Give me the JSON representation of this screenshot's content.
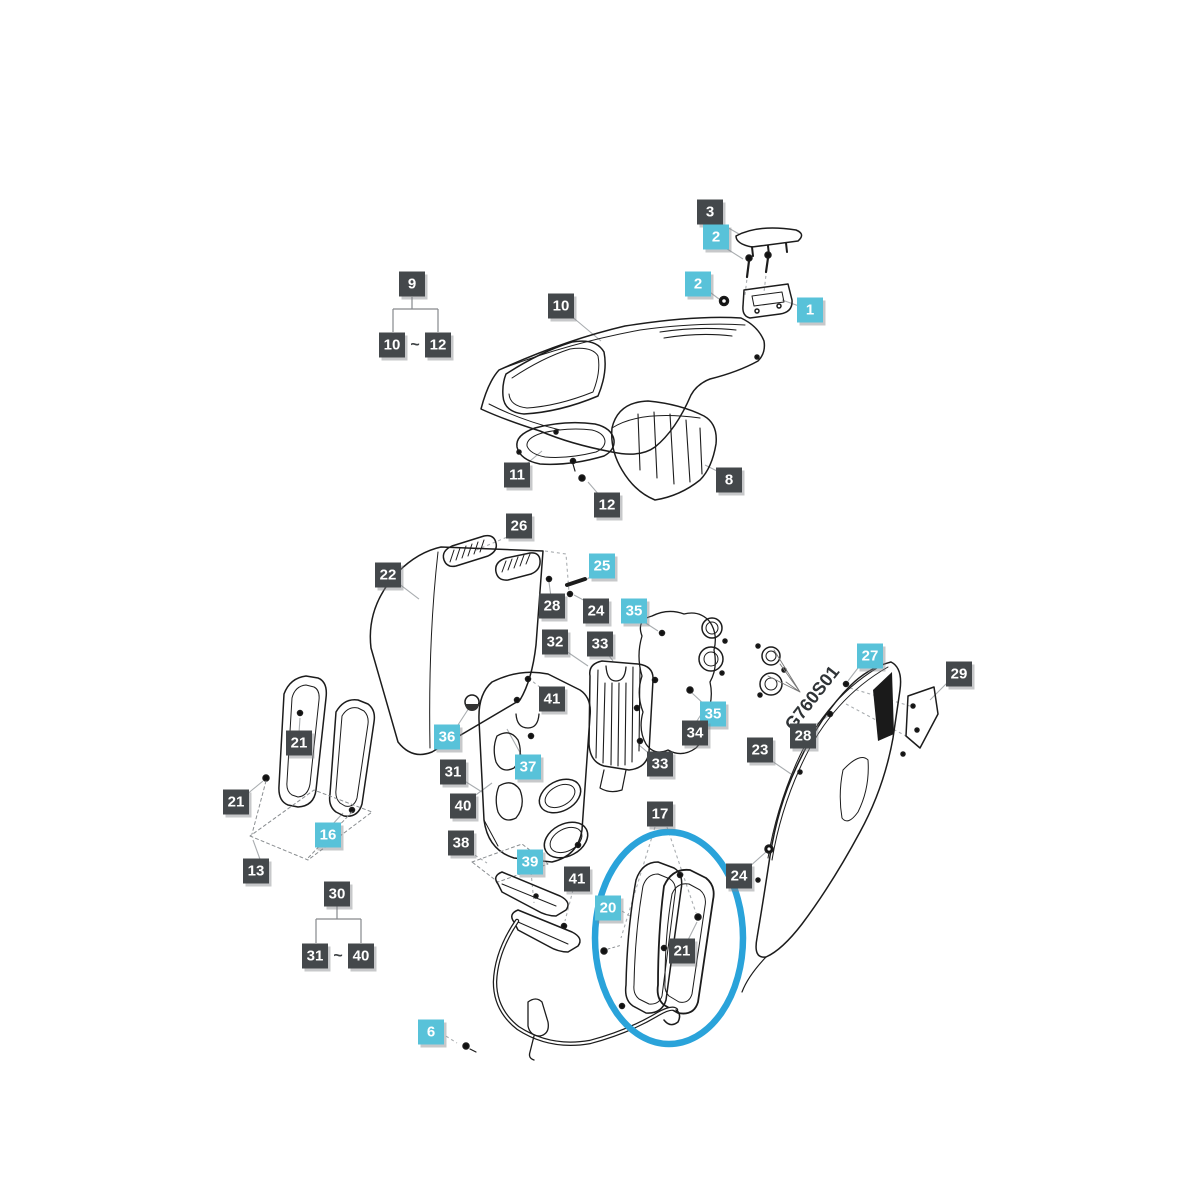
{
  "reference_code": "G760S01",
  "colors": {
    "label_dark": "#44484b",
    "label_cyan": "#58c2d9",
    "label_text": "#ffffff",
    "highlight_ring": "#2aa3da",
    "line_art": "#1c1c1c",
    "leader": "#a9adb0"
  },
  "groups": [
    {
      "parent": "9",
      "range_from": "10",
      "range_to": "12"
    },
    {
      "parent": "30",
      "range_from": "31",
      "range_to": "40"
    }
  ],
  "labels": [
    {
      "part": "3",
      "text": "3",
      "style": "dark"
    },
    {
      "part": "2",
      "text": "2",
      "style": "cyan"
    },
    {
      "part": "2",
      "text": "2",
      "style": "cyan"
    },
    {
      "part": "1",
      "text": "1",
      "style": "cyan"
    },
    {
      "part": "9",
      "text": "9",
      "style": "dark"
    },
    {
      "part": "10",
      "text": "10",
      "style": "dark"
    },
    {
      "part": "~",
      "text": "~",
      "style": "plain"
    },
    {
      "part": "12",
      "text": "12",
      "style": "dark"
    },
    {
      "part": "10",
      "text": "10",
      "style": "dark"
    },
    {
      "part": "11",
      "text": "11",
      "style": "dark"
    },
    {
      "part": "12",
      "text": "12",
      "style": "dark"
    },
    {
      "part": "8",
      "text": "8",
      "style": "dark"
    },
    {
      "part": "26",
      "text": "26",
      "style": "dark"
    },
    {
      "part": "22",
      "text": "22",
      "style": "dark"
    },
    {
      "part": "25",
      "text": "25",
      "style": "cyan"
    },
    {
      "part": "28",
      "text": "28",
      "style": "dark"
    },
    {
      "part": "24",
      "text": "24",
      "style": "dark"
    },
    {
      "part": "35",
      "text": "35",
      "style": "cyan"
    },
    {
      "part": "32",
      "text": "32",
      "style": "dark"
    },
    {
      "part": "33",
      "text": "33",
      "style": "dark"
    },
    {
      "part": "27",
      "text": "27",
      "style": "cyan"
    },
    {
      "part": "29",
      "text": "29",
      "style": "dark"
    },
    {
      "part": "41",
      "text": "41",
      "style": "dark"
    },
    {
      "part": "35",
      "text": "35",
      "style": "cyan"
    },
    {
      "part": "34",
      "text": "34",
      "style": "dark"
    },
    {
      "part": "28",
      "text": "28",
      "style": "dark"
    },
    {
      "part": "36",
      "text": "36",
      "style": "cyan"
    },
    {
      "part": "21",
      "text": "21",
      "style": "dark"
    },
    {
      "part": "23",
      "text": "23",
      "style": "dark"
    },
    {
      "part": "33",
      "text": "33",
      "style": "dark"
    },
    {
      "part": "37",
      "text": "37",
      "style": "cyan"
    },
    {
      "part": "31",
      "text": "31",
      "style": "dark"
    },
    {
      "part": "21",
      "text": "21",
      "style": "dark"
    },
    {
      "part": "40",
      "text": "40",
      "style": "dark"
    },
    {
      "part": "17",
      "text": "17",
      "style": "dark"
    },
    {
      "part": "16",
      "text": "16",
      "style": "cyan"
    },
    {
      "part": "38",
      "text": "38",
      "style": "dark"
    },
    {
      "part": "39",
      "text": "39",
      "style": "cyan"
    },
    {
      "part": "13",
      "text": "13",
      "style": "dark"
    },
    {
      "part": "24",
      "text": "24",
      "style": "dark"
    },
    {
      "part": "41",
      "text": "41",
      "style": "dark"
    },
    {
      "part": "30",
      "text": "30",
      "style": "dark"
    },
    {
      "part": "20",
      "text": "20",
      "style": "cyan"
    },
    {
      "part": "21",
      "text": "21",
      "style": "dark"
    },
    {
      "part": "31",
      "text": "31",
      "style": "dark"
    },
    {
      "part": "~",
      "text": "~",
      "style": "plain"
    },
    {
      "part": "40",
      "text": "40",
      "style": "dark"
    },
    {
      "part": "6",
      "text": "6",
      "style": "cyan"
    }
  ]
}
